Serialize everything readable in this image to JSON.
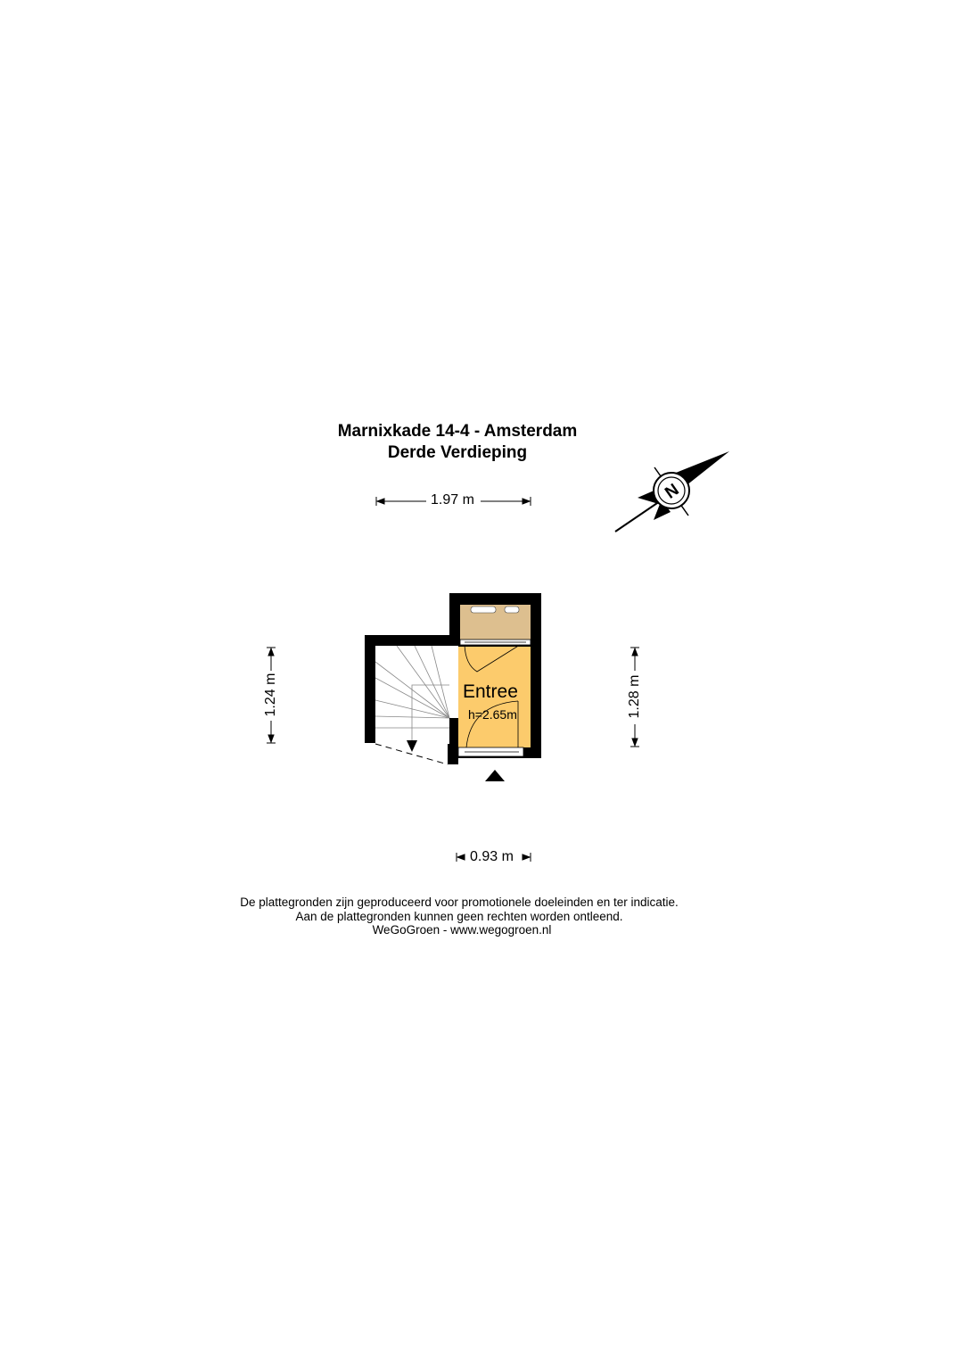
{
  "header": {
    "title": "Marnixkade 14-4 - Amsterdam",
    "subtitle": "Derde Verdieping"
  },
  "dimensions": {
    "top_width": "1.97 m",
    "left_height": "1.24 m",
    "right_height": "1.28 m",
    "bottom_width": "0.93 m"
  },
  "rooms": [
    {
      "name": "Entree",
      "height": "h=2.65m"
    }
  ],
  "compass": {
    "label": "N"
  },
  "footer": {
    "line1": "De plattegronden zijn geproduceerd voor promotionele doeleinden en ter indicatie.",
    "line2": "Aan de plattegronden kunnen geen rechten worden ontleend.",
    "line3": "WeGoGroen -  www.wegogroen.nl"
  },
  "colors": {
    "room_fill": "#fccb6c",
    "cabinet_fill": "#ddbf8f",
    "wall": "#000000"
  }
}
